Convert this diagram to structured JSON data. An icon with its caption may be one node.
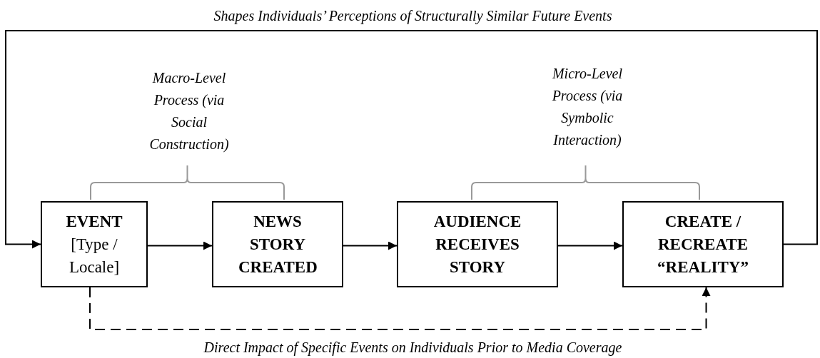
{
  "diagram": {
    "nodes": [
      {
        "text": [
          "EVENT",
          "[Type / Locale]"
        ]
      },
      {
        "text": [
          "NEWS STORY CREATED"
        ]
      },
      {
        "text": [
          "AUDIENCE RECEIVES STORY"
        ]
      },
      {
        "text": [
          "CREATE / RECREATE “REALITY”"
        ]
      }
    ],
    "edges": [
      {
        "from": 0,
        "to": 1,
        "arrow": "to"
      },
      {
        "from": 1,
        "to": 2,
        "arrow": "to"
      },
      {
        "from": 2,
        "to": 3,
        "arrow": "to"
      },
      {
        "from": 3,
        "to": 0,
        "arrow": "to",
        "label": "Shapes Individuals’ Perceptions of Structurally Similar Future Events"
      },
      {
        "from": 0,
        "to": 3,
        "arrow": "to",
        "style": "dashed",
        "label": "Direct Impact of Specific Events on Individuals Prior to Media Coverage"
      }
    ],
    "labels": [
      "Macro-Level Process (via Social Construction)",
      "Micro-Level Process (via Symbolic Interaction)"
    ]
  }
}
